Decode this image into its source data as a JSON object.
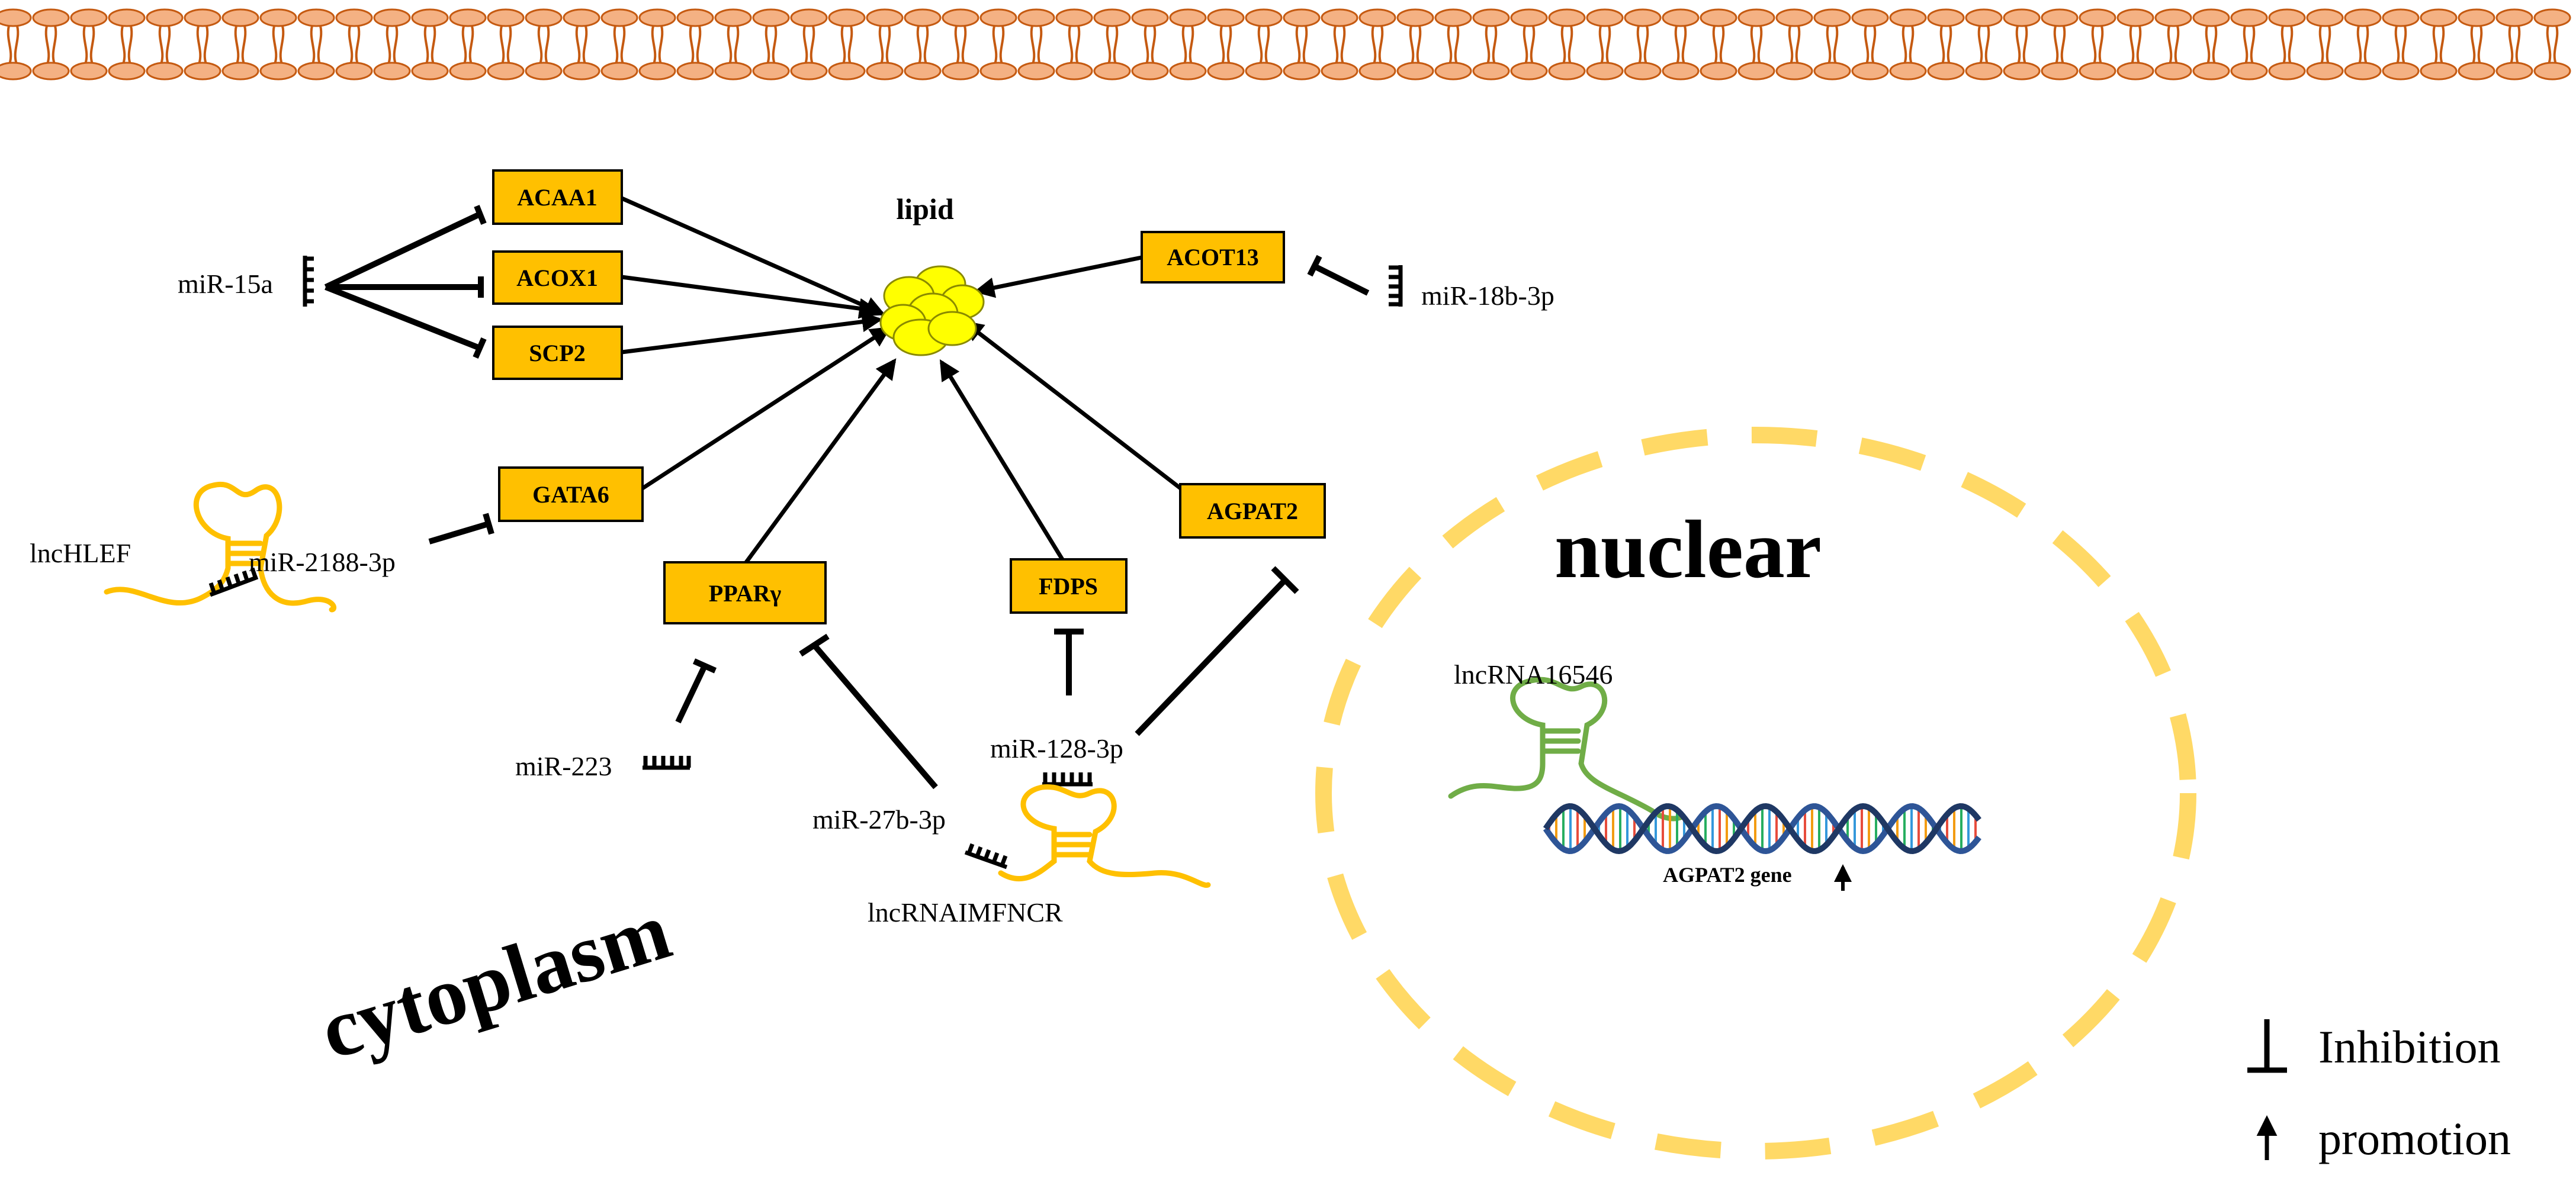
{
  "labels": {
    "lipid": "lipid",
    "nuclear": "nuclear",
    "cytoplasm": "cytoplasm"
  },
  "genes": {
    "acaa1": "ACAA1",
    "acox1": "ACOX1",
    "scp2": "SCP2",
    "gata6": "GATA6",
    "ppar": "PPARγ",
    "fdps": "FDPS",
    "agpat2": "AGPAT2",
    "acot13": "ACOT13"
  },
  "rnas": {
    "mir15a": "miR-15a",
    "mir18b": "miR-18b-3p",
    "mir2188": "miR-2188-3p",
    "lnchlef": "lncHLEF",
    "mir223": "miR-223",
    "mir27b": "miR-27b-3p",
    "mir128": "miR-128-3p",
    "lncimfncr": "lncRNAIMFNCR",
    "lnc16546": "lncRNA16546",
    "agpat2gene": "AGPAT2 gene"
  },
  "legend": {
    "inhibition": "Inhibition",
    "promotion": "promotion"
  },
  "colors": {
    "gene_box": "#FFC000",
    "lipid_droplet": "#FFFF00",
    "membrane": "#F4B183",
    "membrane_stroke": "#C55A11",
    "lncrna_orange": "#FFC000",
    "lncrna_green": "#70AD47",
    "nucleus_border": "#FFD966",
    "dna_blue": "#2E5597"
  }
}
